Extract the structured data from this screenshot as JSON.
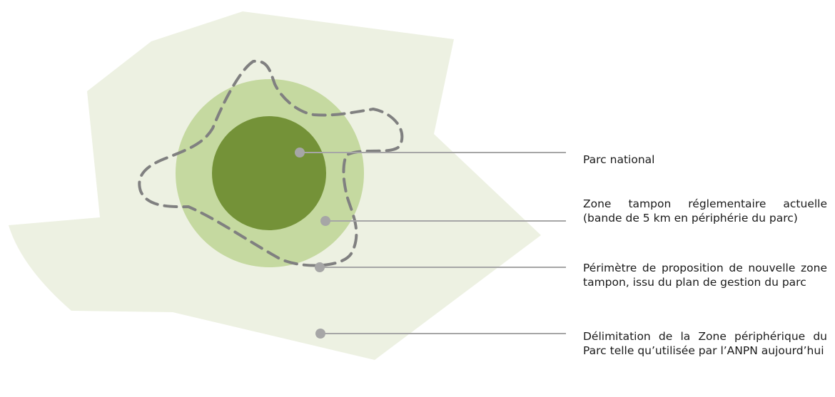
{
  "legend": {
    "parc_national": "Parc national",
    "zone_tampon_actuelle": "Zone tampon réglementaire actuelle (bande de 5 km en périphérie du parc)",
    "perimetre_proposition": "Périmètre de proposition de nouvelle zone tampon, issu du plan de gestion du parc",
    "zone_peripherique": "Délimitation de la Zone périphérique du Parc telle qu’utilisée par l’ANPN aujourd’hui"
  },
  "colors": {
    "zone_peripherique_fill": "#edf1e2",
    "zone_tampon_fill": "#c5d9a0",
    "parc_national_fill": "#749238",
    "dashed_perimeter": "#808080",
    "leader_line": "#a6a6a6",
    "marker_dot": "#a6a6a6"
  }
}
